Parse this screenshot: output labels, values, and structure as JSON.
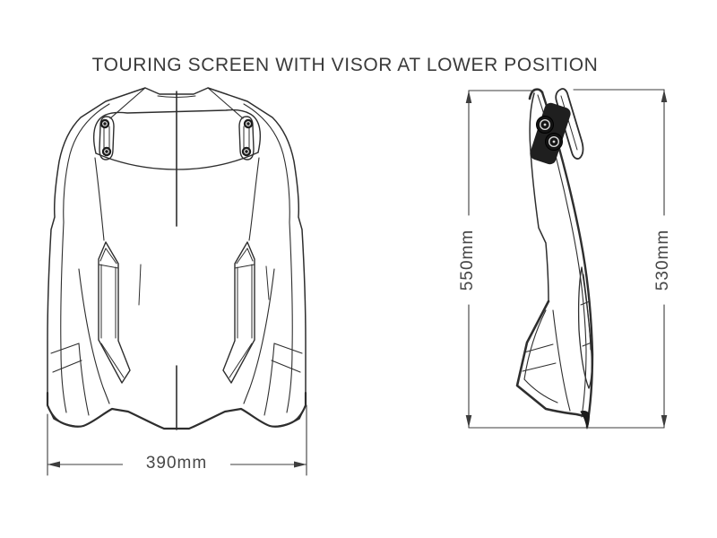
{
  "title": "TOURING SCREEN WITH VISOR AT LOWER POSITION",
  "colors": {
    "background": "#ffffff",
    "line_art": "#2e2e2e",
    "dimension_text": "#474747",
    "hardware_fill": "#1c1c1c"
  },
  "views": {
    "front": {
      "name": "front view of touring screen",
      "width_dimension": {
        "label": "390mm",
        "value_mm": 390
      }
    },
    "side": {
      "name": "side profile of touring screen with visor",
      "overall_height_dimension": {
        "label": "550mm",
        "value_mm": 550
      },
      "screen_height_dimension": {
        "label": "530mm",
        "value_mm": 530
      }
    }
  },
  "icons": {
    "front_slot_fasteners": "screw-icon",
    "side_adjuster_knobs": "knob-icon"
  }
}
